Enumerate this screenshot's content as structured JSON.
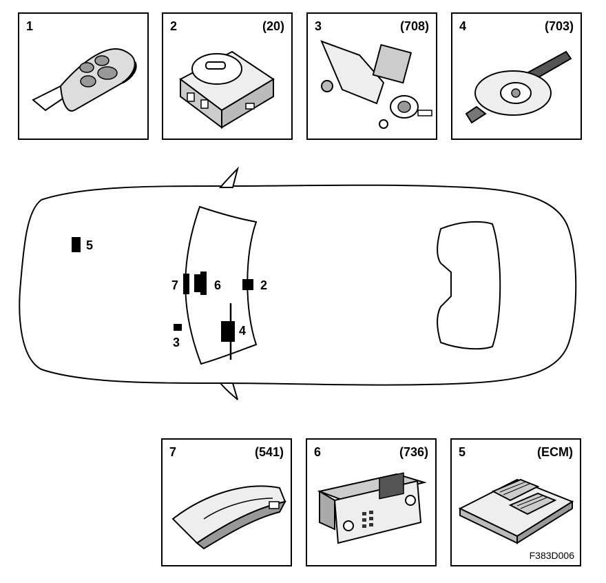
{
  "components": [
    {
      "id": "p1",
      "number": "1",
      "code": "",
      "icon": "key-fob-icon"
    },
    {
      "id": "p2",
      "number": "2",
      "code": "(20)",
      "icon": "ignition-module-icon"
    },
    {
      "id": "p3",
      "number": "3",
      "code": "(708)",
      "icon": "steering-lock-icon"
    },
    {
      "id": "p4",
      "number": "4",
      "code": "(703)",
      "icon": "steering-switch-icon"
    },
    {
      "id": "p7",
      "number": "7",
      "code": "(541)",
      "icon": "instrument-cluster-icon"
    },
    {
      "id": "p6",
      "number": "6",
      "code": "(736)",
      "icon": "control-panel-icon"
    },
    {
      "id": "p5",
      "number": "5",
      "code": "(ECM)",
      "icon": "engine-control-module-icon",
      "figure_id": "F383D006"
    }
  ],
  "car_locations": [
    "5",
    "7",
    "6",
    "2",
    "3",
    "4"
  ]
}
